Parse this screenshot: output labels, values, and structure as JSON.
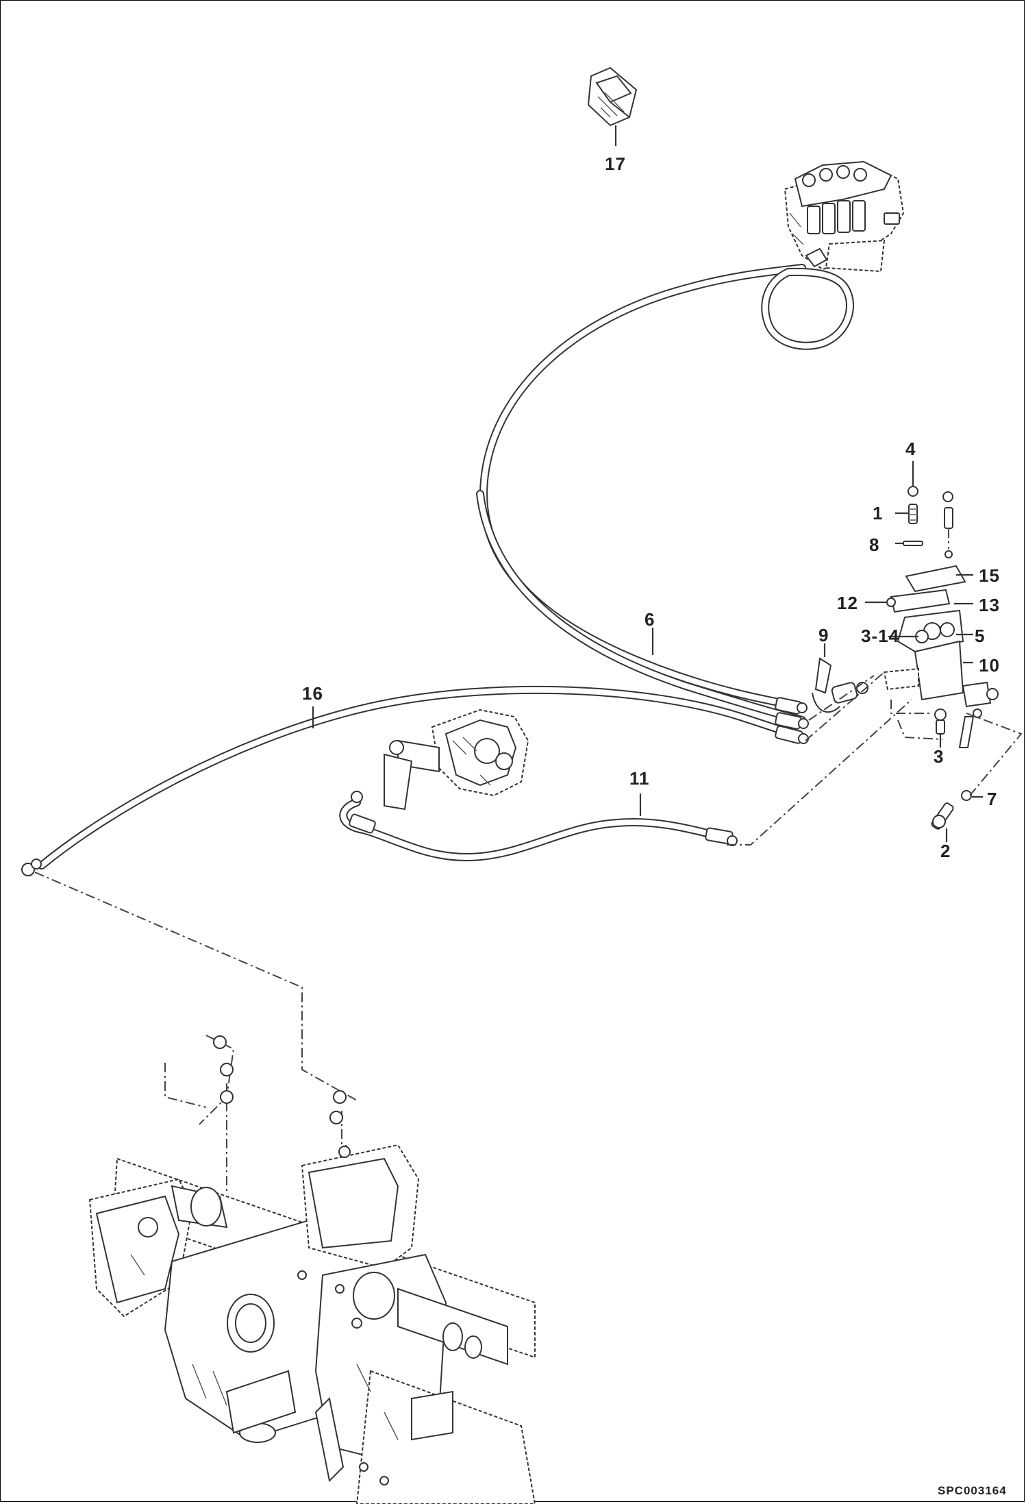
{
  "drawing_id": "SPC003164",
  "callouts": {
    "c1": "1",
    "c2": "2",
    "c3a": "3",
    "c3_14": "3-14",
    "c4": "4",
    "c5": "5",
    "c6": "6",
    "c7": "7",
    "c8": "8",
    "c9": "9",
    "c10": "10",
    "c11": "11",
    "c12": "12",
    "c13": "13",
    "c15": "15",
    "c16": "16",
    "c17": "17"
  }
}
